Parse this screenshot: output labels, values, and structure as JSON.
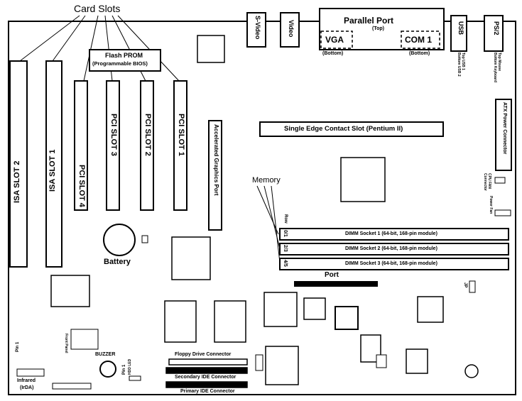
{
  "labels": {
    "card_slots": "Card Slots",
    "flash_prom_line1": "Flash PROM",
    "flash_prom_line2": "(Programmable BIOS)",
    "svideo": "S-Video",
    "video": "Video",
    "parallel_port": "Parallel Port",
    "parallel_top": "(Top)",
    "vga": "VGA",
    "vga_bottom": "(Bottom)",
    "com1": "COM 1",
    "com1_bottom": "(Bottom)",
    "usb": "USB",
    "ps2": "PS/2",
    "usb_side1": "Top USB 1",
    "usb_side2": "Bottom USB 2",
    "ps2_side1": "Top Mouse",
    "ps2_side2": "Bottom Keyboard",
    "atx_power": "ATX Power Connector",
    "cpu_fan": "CPU FAN",
    "cpu_fan_sub": "Connector",
    "slot1_label": "Single Edge Contact Slot (Pentium II)",
    "isa2": "ISA SLOT 2",
    "isa1": "ISA SLOT 1",
    "pci4": "PCI SLOT 4",
    "pci3": "PCI SLOT 3",
    "pci2": "PCI SLOT 2",
    "pci1": "PCI SLOT 1",
    "agp": "Accelerated Graphics Port",
    "memory": "Memory",
    "row_label": "Row",
    "row01": "0/1",
    "row23": "2/3",
    "row45": "4/5",
    "dimm1": "DIMM Socket 1 (64-bit, 168-pin module)",
    "dimm2": "DIMM Socket 2 (64-bit, 168-pin module)",
    "dimm3": "DIMM Socket 3 (64-bit, 168-pin module)",
    "battery": "Battery",
    "port": "Port",
    "floppy": "Floppy Drive Connector",
    "secondary_ide": "Secondary IDE Connector",
    "primary_ide": "Primary IDE Connector",
    "buzzer": "BUZZER",
    "pin1_a": "Pin 1",
    "pin1_b": "Pin 1",
    "infrared": "Infrared",
    "infrared_sub": "(IrDA)",
    "hdd_led": "HDD LED",
    "front_panel": "Front Panel",
    "power_fan": "Power Fan",
    "jp_label": "JP"
  }
}
